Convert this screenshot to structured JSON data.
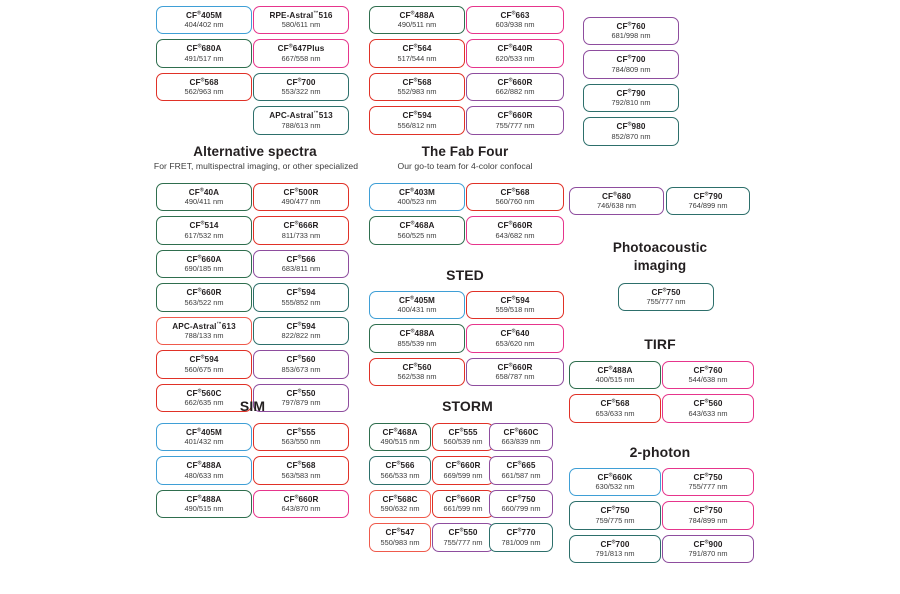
{
  "page": {
    "background": "#ffffff",
    "registered_mark": "®",
    "trademark_mark": "™"
  },
  "palette": {
    "blue": "#3f9fd6",
    "green": "#2f6e4e",
    "red": "#e03127",
    "pink": "#e6358c",
    "magenta": "#e0369a",
    "purple": "#8e4d9e",
    "teal": "#2d6f6b",
    "darkteal": "#2b6460",
    "salmon": "#ef5a4c"
  },
  "top_groups": [
    {
      "id": "top-col-1",
      "items": [
        {
          "name": "CF®405M",
          "spec": "404/402 nm",
          "color": "#3f9fd6"
        },
        {
          "name": "CF®680A",
          "spec": "491/517 nm",
          "color": "#2f6e4e"
        },
        {
          "name": "CF®568",
          "spec": "562/963 nm",
          "color": "#e03127"
        }
      ]
    },
    {
      "id": "top-col-2",
      "items": [
        {
          "name": "RPE-Astral™516",
          "spec": "580/611 nm",
          "color": "#e6358c"
        },
        {
          "name": "CF®647Plus",
          "spec": "667/558 nm",
          "color": "#e6358c"
        },
        {
          "name": "CF®700",
          "spec": "553/322 nm",
          "color": "#2d6f6b"
        },
        {
          "name": "APC-Astral™513",
          "spec": "788/613 nm",
          "color": "#2d6f6b"
        }
      ]
    },
    {
      "id": "top-col-3",
      "items": [
        {
          "name": "CF®488A",
          "spec": "490/511 nm",
          "color": "#2f6e4e"
        },
        {
          "name": "CF®564",
          "spec": "517/544 nm",
          "color": "#e03127"
        },
        {
          "name": "CF®568",
          "spec": "552/983 nm",
          "color": "#e03127"
        },
        {
          "name": "CF®594",
          "spec": "556/812 nm",
          "color": "#e03127"
        }
      ]
    },
    {
      "id": "top-col-4",
      "items": [
        {
          "name": "CF®663",
          "spec": "603/938 nm",
          "color": "#e6358c"
        },
        {
          "name": "CF®640R",
          "spec": "620/533 nm",
          "color": "#e6358c"
        },
        {
          "name": "CF®660R",
          "spec": "662/882 nm",
          "color": "#8e4d9e"
        },
        {
          "name": "CF®660R",
          "spec": "755/777 nm",
          "color": "#8e4d9e"
        }
      ]
    },
    {
      "id": "top-col-5",
      "items": [
        {
          "name": "CF®760",
          "spec": "681/998 nm",
          "color": "#8e4d9e"
        },
        {
          "name": "CF®700",
          "spec": "784/809 nm",
          "color": "#8e4d9e"
        },
        {
          "name": "CF®790",
          "spec": "792/810 nm",
          "color": "#2d6f6b"
        },
        {
          "name": "CF®980",
          "spec": "852/870 nm",
          "color": "#2d6f6b"
        }
      ]
    }
  ],
  "sections": {
    "alternative": {
      "title": "Alternative spectra",
      "subtitle": "For FRET, multispectral imaging, or other specialized",
      "col_left": [
        {
          "name": "CF®40A",
          "spec": "490/411 nm",
          "color": "#2f6e4e"
        },
        {
          "name": "CF®514",
          "spec": "617/532 nm",
          "color": "#2f6e4e"
        },
        {
          "name": "CF®660A",
          "spec": "690/185 nm",
          "color": "#2f6e4e"
        },
        {
          "name": "CF®660R",
          "spec": "563/522 nm",
          "color": "#2f6e4e"
        },
        {
          "name": "APC-Astral™613",
          "spec": "788/133 nm",
          "color": "#ef5a4c"
        },
        {
          "name": "CF®594",
          "spec": "560/675 nm",
          "color": "#e03127"
        },
        {
          "name": "CF®560C",
          "spec": "662/635 nm",
          "color": "#e03127"
        }
      ],
      "col_right": [
        {
          "name": "CF®500R",
          "spec": "490/477 nm",
          "color": "#e03127"
        },
        {
          "name": "CF®666R",
          "spec": "811/733 nm",
          "color": "#e03127"
        },
        {
          "name": "CF®566",
          "spec": "683/811 nm",
          "color": "#8e4d9e"
        },
        {
          "name": "CF®594",
          "spec": "555/852 nm",
          "color": "#2d6f6b"
        },
        {
          "name": "CF®594",
          "spec": "822/822 nm",
          "color": "#2d6f6b"
        },
        {
          "name": "CF®560",
          "spec": "853/673 nm",
          "color": "#8e4d9e"
        },
        {
          "name": "CF®550",
          "spec": "797/879 nm",
          "color": "#8e4d9e"
        }
      ]
    },
    "fab_four": {
      "title": "The Fab Four",
      "subtitle": "Our go-to team for 4-color confocal",
      "col_left": [
        {
          "name": "CF®403M",
          "spec": "400/523 nm",
          "color": "#3f9fd6"
        },
        {
          "name": "CF®468A",
          "spec": "560/525 nm",
          "color": "#2f6e4e"
        }
      ],
      "col_right": [
        {
          "name": "CF®568",
          "spec": "560/760 nm",
          "color": "#e03127"
        },
        {
          "name": "CF®660R",
          "spec": "643/682 nm",
          "color": "#e6358c"
        }
      ]
    },
    "sted": {
      "title": "STED",
      "col_left": [
        {
          "name": "CF®405M",
          "spec": "400/431 nm",
          "color": "#3f9fd6"
        },
        {
          "name": "CF®488A",
          "spec": "855/539 nm",
          "color": "#2f6e4e"
        },
        {
          "name": "CF®560",
          "spec": "562/538 nm",
          "color": "#e03127"
        }
      ],
      "col_right": [
        {
          "name": "CF®594",
          "spec": "559/518 nm",
          "color": "#e03127"
        },
        {
          "name": "CF®640",
          "spec": "653/620 nm",
          "color": "#e6358c"
        },
        {
          "name": "CF®660R",
          "spec": "658/787 nm",
          "color": "#8e4d9e"
        }
      ]
    },
    "photoacoustic": {
      "title_line1": "Photoacoustic",
      "title_line2": "imaging",
      "items": [
        {
          "name": "CF®750",
          "spec": "755/777 nm",
          "color": "#2d6f6b"
        }
      ],
      "above_left": [
        {
          "name": "CF®680",
          "spec": "746/638 nm",
          "color": "#8e4d9e"
        }
      ],
      "above_right": [
        {
          "name": "CF®790",
          "spec": "764/899 nm",
          "color": "#2d6f6b"
        }
      ]
    },
    "tirf": {
      "title": "TIRF",
      "col_left": [
        {
          "name": "CF®488A",
          "spec": "400/515 nm",
          "color": "#2f6e4e"
        },
        {
          "name": "CF®568",
          "spec": "653/633 nm",
          "color": "#e03127"
        }
      ],
      "col_right": [
        {
          "name": "CF®760",
          "spec": "544/638 nm",
          "color": "#e6358c"
        },
        {
          "name": "CF®560",
          "spec": "643/633 nm",
          "color": "#e6358c"
        }
      ]
    },
    "two_photon": {
      "title": "2-photon",
      "col_left": [
        {
          "name": "CF®660K",
          "spec": "630/532 nm",
          "color": "#3f9fd6"
        },
        {
          "name": "CF®750",
          "spec": "759/775 nm",
          "color": "#2d6f6b"
        },
        {
          "name": "CF®700",
          "spec": "791/813 nm",
          "color": "#2d6f6b"
        }
      ],
      "col_right": [
        {
          "name": "CF®750",
          "spec": "755/777 nm",
          "color": "#e6358c"
        },
        {
          "name": "CF®750",
          "spec": "784/899 nm",
          "color": "#e6358c"
        },
        {
          "name": "CF®900",
          "spec": "791/870 nm",
          "color": "#8e4d9e"
        }
      ]
    },
    "sim": {
      "title": "SIM",
      "col_left": [
        {
          "name": "CF®405M",
          "spec": "401/432 nm",
          "color": "#3f9fd6"
        },
        {
          "name": "CF®488A",
          "spec": "480/633 nm",
          "color": "#3f9fd6"
        },
        {
          "name": "CF®488A",
          "spec": "490/515 nm",
          "color": "#2f6e4e"
        }
      ],
      "col_right": [
        {
          "name": "CF®555",
          "spec": "563/550 nm",
          "color": "#e03127"
        },
        {
          "name": "CF®568",
          "spec": "563/583 nm",
          "color": "#e03127"
        },
        {
          "name": "CF®660R",
          "spec": "643/870 nm",
          "color": "#e6358c"
        }
      ]
    },
    "storm": {
      "title": "STORM",
      "col_1": [
        {
          "name": "CF®468A",
          "spec": "490/515 nm",
          "color": "#2f6e4e"
        },
        {
          "name": "CF®566",
          "spec": "566/533 nm",
          "color": "#2d6f6b"
        },
        {
          "name": "CF®568C",
          "spec": "590/632 nm",
          "color": "#ef5a4c"
        },
        {
          "name": "CF®547",
          "spec": "550/983 nm",
          "color": "#ef5a4c"
        }
      ],
      "col_2": [
        {
          "name": "CF®555",
          "spec": "560/539 nm",
          "color": "#e03127"
        },
        {
          "name": "CF®660R",
          "spec": "669/599 nm",
          "color": "#e03127"
        },
        {
          "name": "CF®660R",
          "spec": "661/599 nm",
          "color": "#e03127"
        },
        {
          "name": "CF®550",
          "spec": "755/777 nm",
          "color": "#8e4d9e"
        }
      ],
      "col_3": [
        {
          "name": "CF®660C",
          "spec": "663/839 nm",
          "color": "#8e4d9e"
        },
        {
          "name": "CF®665",
          "spec": "661/587 nm",
          "color": "#8e4d9e"
        },
        {
          "name": "CF®750",
          "spec": "660/799 nm",
          "color": "#8e4d9e"
        },
        {
          "name": "CF®770",
          "spec": "781/009 nm",
          "color": "#2d6f6b"
        }
      ]
    }
  }
}
